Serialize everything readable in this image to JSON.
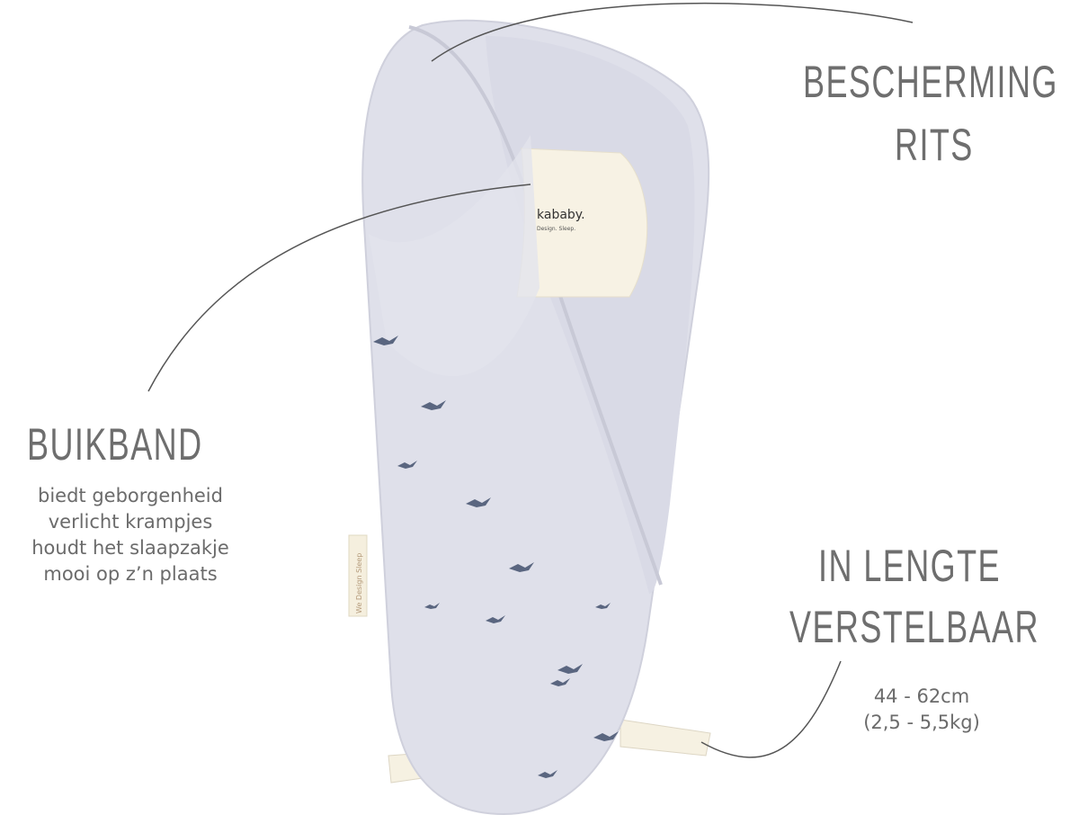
{
  "labels": {
    "bescherming": {
      "line1": "BESCHERMING",
      "line2": "RITS"
    },
    "buikband": {
      "title": "BUIKBAND",
      "lines": [
        "biedt geborgenheid",
        "verlicht krampjes",
        "houdt het slaapzakje",
        "mooi op z’n plaats"
      ]
    },
    "lengte": {
      "line1": "IN LENGTE",
      "line2": "VERSTELBAAR",
      "size": "44 - 62cm",
      "weight": "(2,5 - 5,5kg)"
    }
  },
  "product": {
    "logo_text": "kababy.",
    "logo_tagline": "Design. Sleep.",
    "tag_text": "We Design Sleep"
  },
  "colors": {
    "fabric": "#dfe0ea",
    "band": "#f7f2e4",
    "text": "#6b6b6b"
  }
}
